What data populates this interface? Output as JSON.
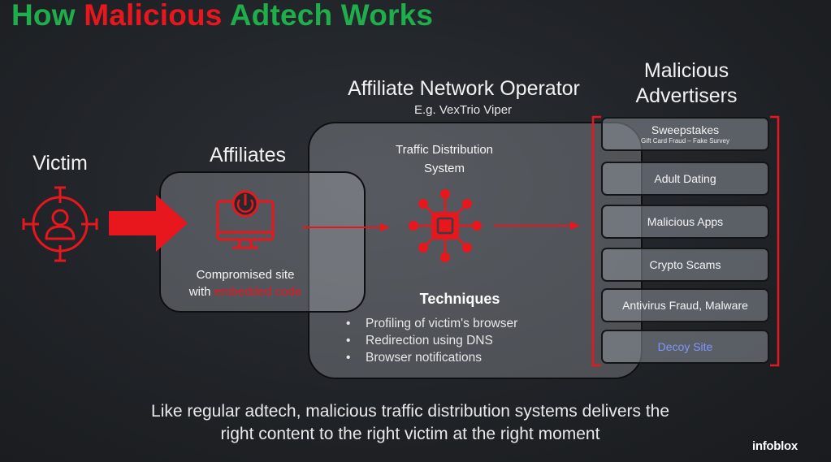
{
  "title": {
    "part1": "How ",
    "part2": "Malicious",
    "part3": " Adtech Works"
  },
  "victim": {
    "label": "Victim"
  },
  "affiliates": {
    "label": "Affiliates",
    "caption_line1": "Compromised site",
    "caption_prefix": "with ",
    "caption_highlight": "embedded code"
  },
  "operator": {
    "title": "Affiliate Network Operator",
    "subtitle": "E.g. VexTrio Viper"
  },
  "tds": {
    "label_line1": "Traffic Distribution",
    "label_line2": "System"
  },
  "techniques": {
    "title": "Techniques",
    "items": [
      "Profiling of  victim's browser",
      "Redirection using DNS",
      "Browser notifications"
    ]
  },
  "advertisers": {
    "title_line1": "Malicious",
    "title_line2": "Advertisers",
    "items": [
      {
        "label": "Sweepstakes",
        "sublabel": "Gift Card Fraud – Fake Survey"
      },
      {
        "label": "Adult Dating"
      },
      {
        "label": "Malicious Apps"
      },
      {
        "label": "Crypto Scams"
      },
      {
        "label": "Antivirus Fraud, Malware"
      },
      {
        "label": "Decoy Site"
      }
    ]
  },
  "footer": {
    "line1": "Like regular adtech, malicious traffic distribution systems delivers the",
    "line2": "right content to the right victim at the right moment"
  },
  "brand": {
    "name": "infoblox"
  },
  "colors": {
    "green": "#1fae4b",
    "red": "#e8161d",
    "decoy": "#7f96ff"
  }
}
